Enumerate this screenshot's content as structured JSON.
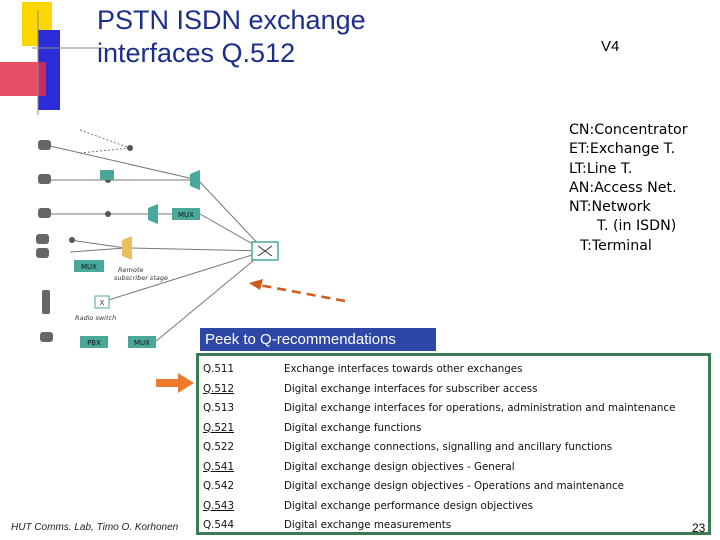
{
  "slide": {
    "title_line1": "PSTN ISDN exchange",
    "title_line2": "interfaces Q.512",
    "version": "V4",
    "footer": "HUT Comms. Lab, Timo O. Korhonen",
    "page_number": "23"
  },
  "abbreviations": [
    "CN:Concentrator",
    "ET:Exchange T.",
    "LT:Line T.",
    "AN:Access Net.",
    "NT:Network",
    "   T. (in ISDN)",
    "T:Terminal"
  ],
  "diagram": {
    "mux_label": "MUX",
    "pbx_label": "PBX",
    "x_label": "X",
    "remote_stage_label_1": "Remote",
    "remote_stage_label_2": "subscriber stage",
    "radio_switch_label": "Radio switch"
  },
  "recommendations": {
    "header": "Peek to Q-recommendations",
    "items": [
      {
        "code": "Q.511",
        "desc": "Exchange interfaces towards other exchanges",
        "underline": false
      },
      {
        "code": "Q.512",
        "desc": "Digital exchange interfaces for subscriber access",
        "underline": true
      },
      {
        "code": "Q.513",
        "desc": "Digital exchange interfaces for operations, administration and maintenance",
        "underline": false
      },
      {
        "code": "Q.521",
        "desc": "Digital exchange functions",
        "underline": true
      },
      {
        "code": "Q.522",
        "desc": "Digital exchange connections, signalling and ancillary functions",
        "underline": false
      },
      {
        "code": "Q.541",
        "desc": "Digital exchange design objectives - General",
        "underline": true
      },
      {
        "code": "Q.542",
        "desc": "Digital exchange design objectives - Operations and maintenance",
        "underline": false
      },
      {
        "code": "Q.543",
        "desc": "Digital exchange performance design objectives",
        "underline": true
      },
      {
        "code": "Q.544",
        "desc": "Digital exchange measurements",
        "underline": false
      }
    ]
  },
  "colors": {
    "title": "#1c2e8c",
    "header_bg": "#2e47a6",
    "box_border": "#3c7a52",
    "arrow": "#ec7a2a",
    "dash_arrow": "#d05a1a"
  }
}
